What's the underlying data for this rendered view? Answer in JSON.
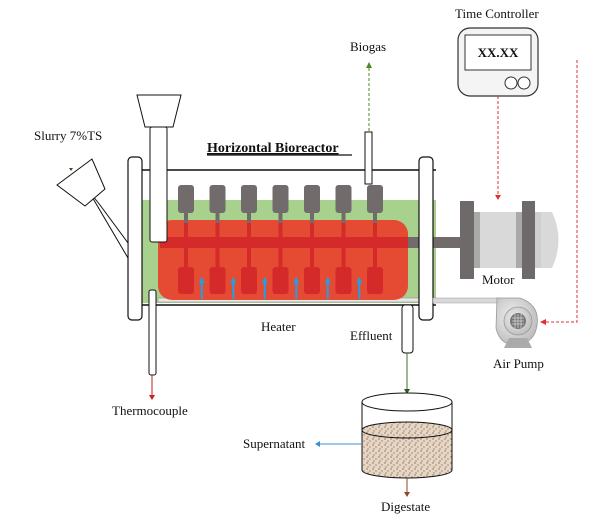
{
  "diagram": {
    "title": "Horizontal Bioreactor",
    "labels": {
      "time_controller": "Time Controller",
      "display_value": "XX.XX",
      "biogas": "Biogas",
      "slurry": "Slurry 7%TS",
      "motor": "Motor",
      "air_pump": "Air Pump",
      "heater": "Heater",
      "effluent": "Effluent",
      "thermocouple": "Thermocouple",
      "supernatant": "Supernatant",
      "digestate": "Digestate"
    },
    "impeller_count": 7,
    "heat_arrow_count": 6,
    "colors": {
      "slurry_fill": "#a9d18e",
      "heater_fill": "#e8432e",
      "paddle": "#716b6b",
      "paddle_submerged": "#d42a2a",
      "heat_arrow": "#1aa3e8",
      "biogas_line": "#4a8a2a",
      "control_line": "#e03030",
      "thermocouple_line": "#c02020",
      "supernatant_line": "#3a8fd0",
      "digestate_line": "#8a4a2a",
      "motor_body": "#d9d9d9",
      "motor_flange": "#6e6a6a"
    }
  }
}
